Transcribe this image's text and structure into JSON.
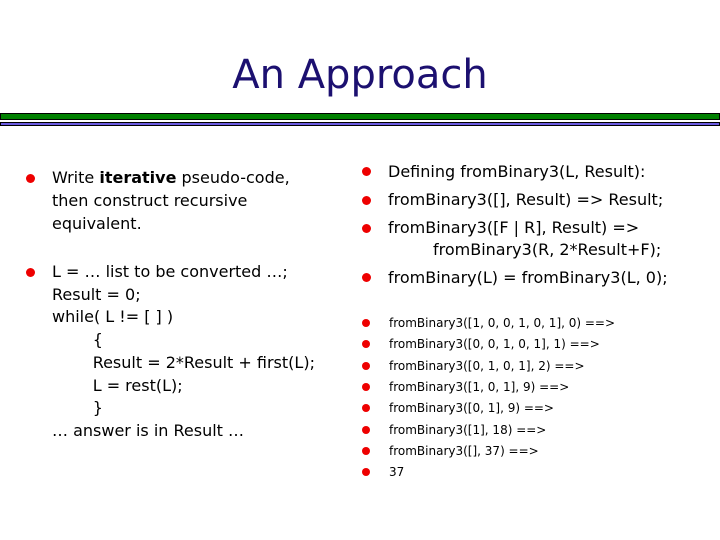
{
  "title": "An Approach",
  "colors": {
    "title": "#1c1070",
    "green_bar": "#008000",
    "purple_bar": "#6a5ae0",
    "bullet": "#ee0000"
  },
  "left": {
    "b1": {
      "pre": "Write ",
      "bold": "iterative",
      "post": " pseudo-code,",
      "l2": "then construct recursive",
      "l3": "equivalent."
    },
    "b2": [
      "L = … list to be converted …;",
      "Result = 0;",
      "while( L != [ ] )",
      "        {",
      "        Result = 2*Result + first(L);",
      "        L = rest(L);",
      "        }",
      "… answer is in Result …"
    ]
  },
  "right": {
    "items": [
      "Defining fromBinary3(L, Result):",
      "fromBinary3([], Result) => Result;",
      "fromBinary3([F | R], Result) =>",
      "fromBinary(L) = fromBinary3(L, 0);"
    ],
    "item3_cont": "fromBinary3(R, 2*Result+F);",
    "trace": [
      "fromBinary3([1, 0, 0, 1, 0, 1], 0) ==>",
      "fromBinary3([0, 0, 1, 0, 1], 1) ==>",
      "fromBinary3([0, 1, 0, 1], 2) ==>",
      "fromBinary3([1, 0, 1], 9) ==>",
      "fromBinary3([0, 1], 9) ==>",
      "fromBinary3([1], 18) ==>",
      "fromBinary3([], 37) ==>",
      "37"
    ]
  }
}
